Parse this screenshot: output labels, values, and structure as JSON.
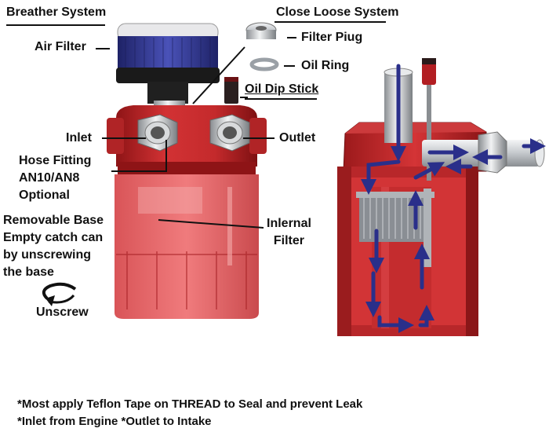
{
  "labels": {
    "breather_system": "Breather System",
    "air_filter": "Air Filter",
    "close_loose_system": "Close Loose System",
    "filter_plug": "Filter Piug",
    "oil_ring": "Oil Ring",
    "oil_dip_stick": "Oil Dip Stick",
    "inlet": "Inlet",
    "outlet": "Outlet",
    "hose_fitting": "Hose Fitting\nAN10/AN8\nOptional",
    "removable_base": "Removable Base\nEmpty catch can\nby unscrewing\nthe base",
    "internal_filter": "Inlernal\nFilter",
    "unscrew": "Unscrew"
  },
  "notes": {
    "line1": "*Most apply Teflon Tape on THREAD to Seal and prevent Leak",
    "line2": "*Inlet from Engine *Outlet to Intake"
  },
  "colors": {
    "body_red": "#c0282a",
    "base_red": "#e23a3c",
    "filter_blue": "#3a3f9a",
    "arrow_blue": "#2a2f8a",
    "metal": "#c8ccd0"
  }
}
